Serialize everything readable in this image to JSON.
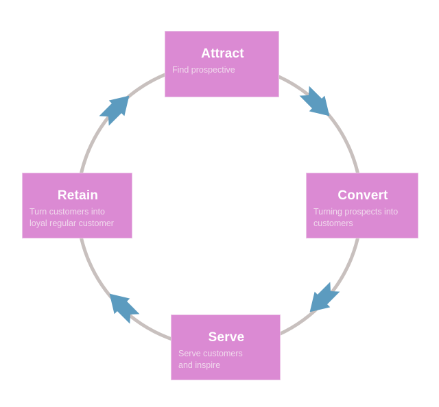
{
  "diagram": {
    "type": "cycle",
    "flow_direction": "clockwise",
    "colors": {
      "box_fill": "#db8ad3",
      "box_border": "#ebc4e7",
      "arrow_fill": "#5c9bbf",
      "circle_stroke": "#c8c0be",
      "title_color": "#ffffff",
      "subtitle_color": "#f0d8ec"
    },
    "nodes": [
      {
        "id": "attract",
        "title": "Attract",
        "subtitle": "Find prospective"
      },
      {
        "id": "convert",
        "title": "Convert",
        "subtitle": "Turning prospects into\ncustomers"
      },
      {
        "id": "serve",
        "title": "Serve",
        "subtitle": "Serve customers\nand inspire"
      },
      {
        "id": "retain",
        "title": "Retain",
        "subtitle": "Turn customers into\nloyal regular customer"
      }
    ],
    "arrows": [
      {
        "id": "attract-to-convert",
        "position": "top-right"
      },
      {
        "id": "convert-to-serve",
        "position": "bottom-right"
      },
      {
        "id": "serve-to-retain",
        "position": "bottom-left"
      },
      {
        "id": "retain-to-attract",
        "position": "top-left"
      }
    ]
  }
}
